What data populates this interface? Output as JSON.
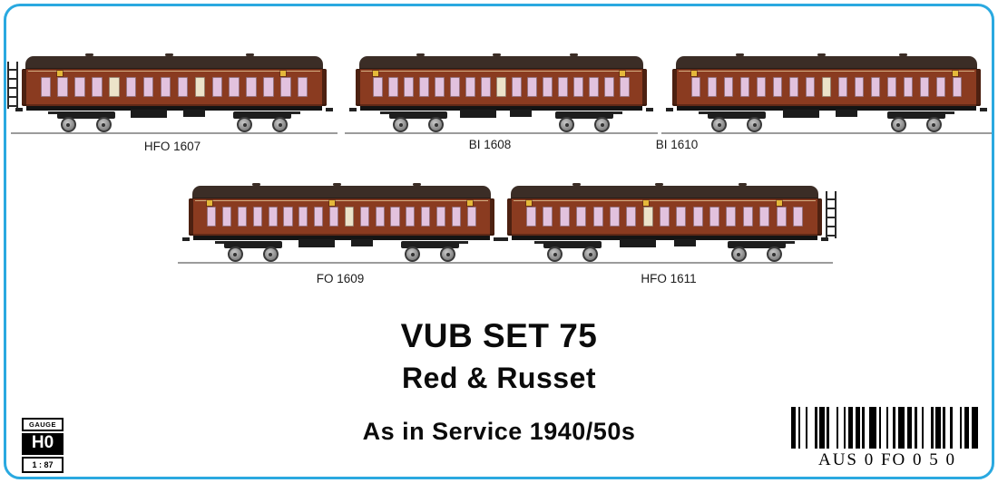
{
  "title": {
    "line1": "VUB SET 75",
    "line2": "Red & Russet",
    "line3": "As in Service 1940/50s"
  },
  "gauge_badge": {
    "label": "GAUGE",
    "scale": "H0",
    "ratio": "1 : 87"
  },
  "barcode": {
    "code": "AUS 0 FO 0 5 0"
  },
  "palette": {
    "border_blue": "#2aa9e0",
    "body_russet": "#8a3b20",
    "roof_brown": "#3b2d26",
    "window_pink": "#e2c2de",
    "window_cream": "#ece3c9",
    "underframe_black": "#141414",
    "wheel_grey": "#9b9b9b",
    "marker_yellow": "#e4b83a"
  },
  "carriages": [
    {
      "label": "HFO 1607",
      "windows": 16,
      "cream": [
        4,
        9
      ],
      "markers": [
        1,
        14
      ],
      "ladder": "left"
    },
    {
      "label": "BI 1608",
      "windows": 17,
      "cream": [
        8
      ],
      "markers": [
        0,
        16
      ],
      "ladder": "none"
    },
    {
      "label": "BI 1610",
      "windows": 17,
      "cream": [
        8
      ],
      "markers": [
        0,
        16
      ],
      "ladder": "none"
    },
    {
      "label": "FO 1609",
      "windows": 18,
      "cream": [
        9
      ],
      "markers": [
        0,
        8,
        17
      ],
      "ladder": "none"
    },
    {
      "label": "HFO 1611",
      "windows": 17,
      "cream": [
        7
      ],
      "markers": [
        0,
        7,
        15
      ],
      "ladder": "right"
    }
  ]
}
